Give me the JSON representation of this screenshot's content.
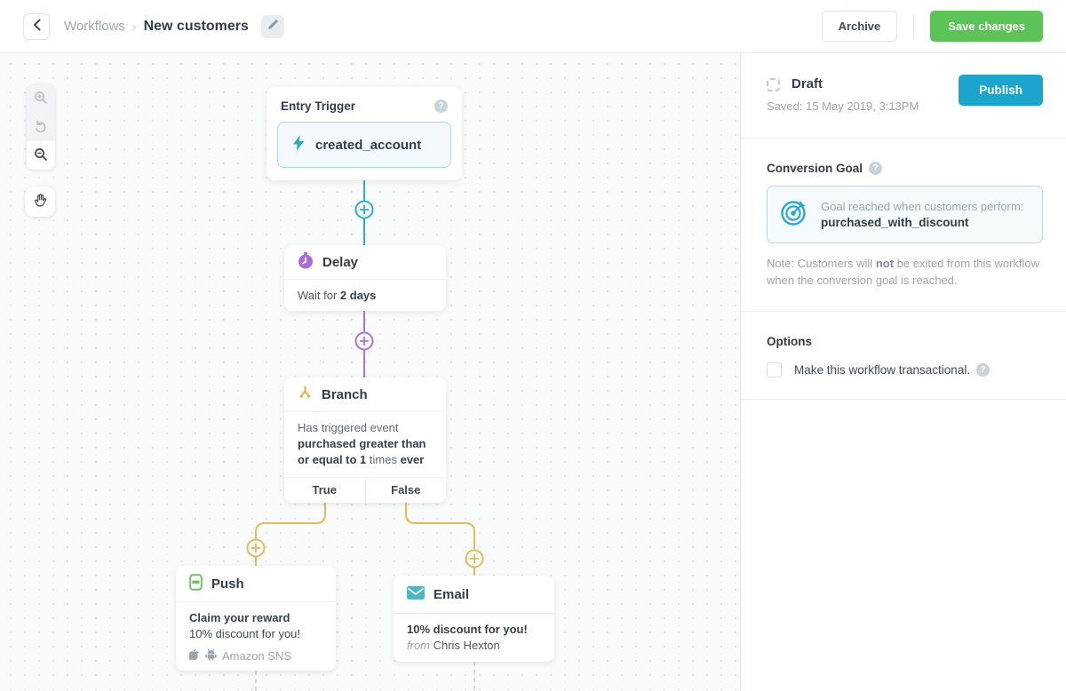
{
  "header": {
    "breadcrumb_root": "Workflows",
    "breadcrumb_separator": "›",
    "title": "New customers",
    "archive_label": "Archive",
    "save_label": "Save changes"
  },
  "canvas": {
    "entry": {
      "title": "Entry Trigger",
      "event": "created_account"
    },
    "delay": {
      "title": "Delay",
      "body_prefix": "Wait for ",
      "body_bold": "2 days"
    },
    "branch": {
      "title": "Branch",
      "cond_part1": "Has triggered event ",
      "cond_part2": "purchased greater than or equal to 1",
      "cond_part3": " times ",
      "cond_part4": "ever",
      "true_label": "True",
      "false_label": "False"
    },
    "push": {
      "title": "Push",
      "line1": "Claim your reward",
      "line2": "10% discount for you!",
      "provider": "Amazon SNS"
    },
    "email": {
      "title": "Email",
      "subject": "10% discount for you!",
      "from_word": "from",
      "from_name": " Chris Hexton"
    }
  },
  "sidebar": {
    "status": {
      "label": "Draft",
      "saved": "Saved: 15 May 2019, 3:13PM",
      "publish_label": "Publish"
    },
    "goal": {
      "title": "Conversion Goal",
      "line1": "Goal reached when customers perform:",
      "event": "purchased_with_discount",
      "note_part1": "Note: Customers will ",
      "note_bold": "not",
      "note_part2": " be exited from this workflow when the conversion goal is reached."
    },
    "options": {
      "title": "Options",
      "checkbox_label": "Make this workflow transactional."
    }
  },
  "misc": {
    "help_glyph": "?"
  },
  "colors": {
    "save_green": "#5cc356",
    "publish_teal": "#1da4cd",
    "connector_blue": "#2bafd3",
    "connector_purple": "#b173d9",
    "connector_gold": "#e0bc5c",
    "push_green": "#6cc366",
    "email_teal": "#4db7c8",
    "trigger_blue": "#2aa9d2"
  }
}
